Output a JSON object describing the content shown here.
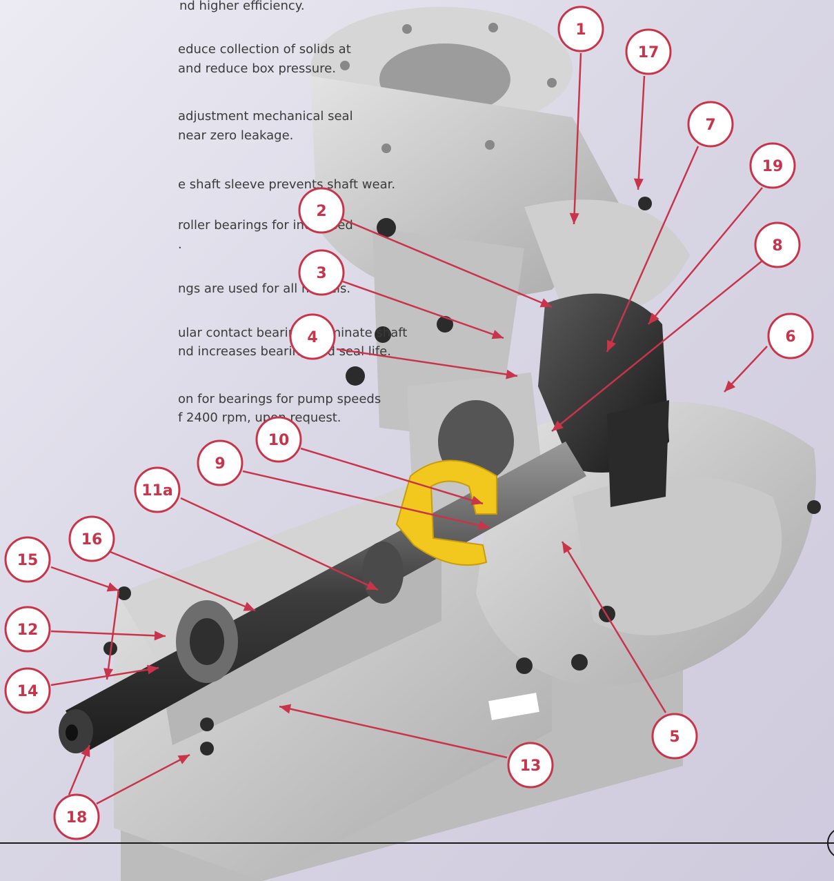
{
  "features": [
    "nd higher efficiency.",
    "educe collection of solids at",
    "and reduce box pressure.",
    "adjustment mechanical seal",
    "near zero leakage.",
    "e shaft sleeve prevents shaft wear.",
    "roller bearings for increased",
    ".",
    "ngs are used for all models.",
    "ular contact bearings eliminate shaft",
    "nd increases bearing and seal life.",
    "on for bearings for pump speeds",
    "f 2400 rpm, upon request."
  ],
  "callouts": [
    "1",
    "17",
    "7",
    "19",
    "2",
    "8",
    "3",
    "6",
    "4",
    "10",
    "9",
    "11a",
    "16",
    "15",
    "5",
    "12",
    "14",
    "13",
    "18"
  ],
  "colors": {
    "callout": "#c8344a",
    "text": "#3a3a3a",
    "impeller_hub": "#f2c81e"
  }
}
